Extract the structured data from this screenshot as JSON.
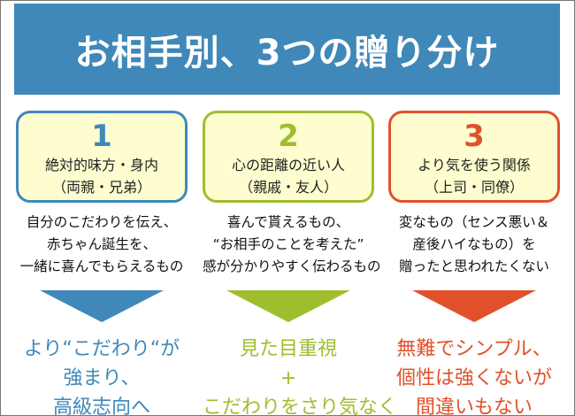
{
  "title": "お相手別、3つの贈り分け",
  "colors": {
    "blue": "#3f88b9",
    "green": "#9fbe2e",
    "orange": "#e0512a"
  },
  "columns": [
    {
      "number": "1",
      "category": "絶対的味方・身内",
      "members": "（両親・兄弟）",
      "description": [
        "自分のこだわりを伝え、",
        "赤ちゃん誕生を、",
        "一緒に喜んでもらえるもの"
      ],
      "result": [
        "より“こだわり“が",
        "強まり、",
        "高級志向へ"
      ]
    },
    {
      "number": "2",
      "category": "心の距離の近い人",
      "members": "（親戚・友人）",
      "description": [
        "喜んで貰えるもの、",
        "“お相手のことを考えた”",
        "感が分かりやすく伝わるもの"
      ],
      "result": [
        "見た目重視",
        "+",
        "こだわりをさり気なく"
      ]
    },
    {
      "number": "3",
      "category": "より気を使う関係",
      "members": "（上司・同僚）",
      "description": [
        "変なもの（センス悪い＆",
        "産後ハイなもの）を",
        "贈ったと思われたくない"
      ],
      "result": [
        "無難でシンプル、",
        "個性は強くないが",
        "間違いもない"
      ]
    }
  ]
}
